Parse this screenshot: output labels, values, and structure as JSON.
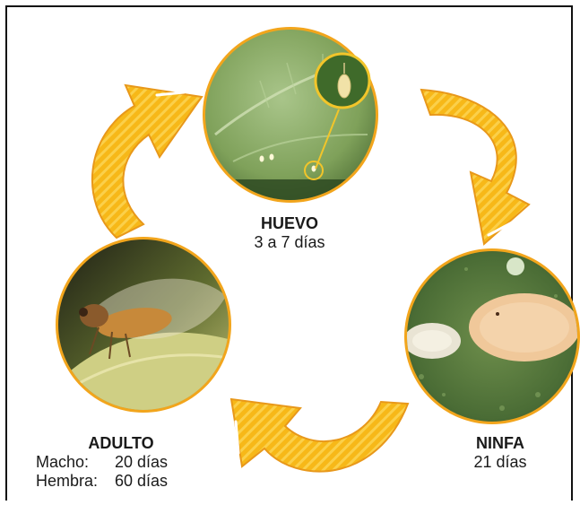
{
  "stages": {
    "huevo": {
      "title": "HUEVO",
      "duration": "3 a 7 días"
    },
    "ninfa": {
      "title": "NINFA",
      "duration": "21 días"
    },
    "adulto": {
      "title": "ADULTO",
      "rows": [
        {
          "key": "Macho:",
          "value": "20 días"
        },
        {
          "key": "Hembra:",
          "value": "60 días"
        }
      ]
    }
  },
  "colors": {
    "arrow": "#f7b818",
    "arrow_dark": "#e8981a",
    "ring": "#f2a51c",
    "leaf": "#7fa15a",
    "frame": "#111111"
  }
}
